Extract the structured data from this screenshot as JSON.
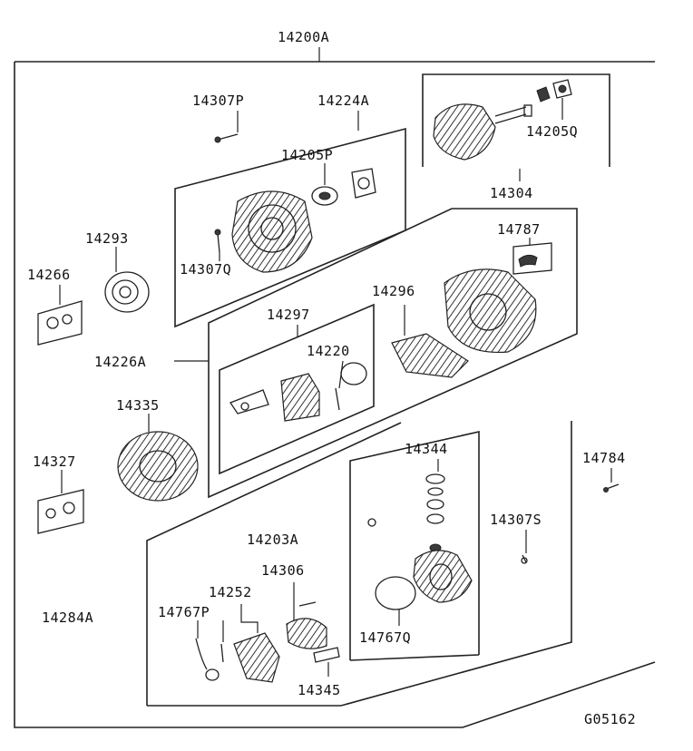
{
  "labels": {
    "l14200A": "14200A",
    "l14307P": "14307P",
    "l14224A": "14224A",
    "l14205P": "14205P",
    "l14307Q": "14307Q",
    "l14205Q": "14205Q",
    "l14304": "14304",
    "l14293": "14293",
    "l14266": "14266",
    "l14787": "14787",
    "l14296": "14296",
    "l14297": "14297",
    "l14220": "14220",
    "l14226A": "14226A",
    "l14335": "14335",
    "l14327": "14327",
    "l14344": "14344",
    "l14784": "14784",
    "l14307S": "14307S",
    "l14203A": "14203A",
    "l14306": "14306",
    "l14252": "14252",
    "l14767P": "14767P",
    "l14284A": "14284A",
    "l14767Q": "14767Q",
    "l14345": "14345",
    "code": "G05162"
  },
  "icons": {
    "rotor": "rotor-icon",
    "stator": "stator-icon",
    "housing": "housing-icon",
    "pulley": "pulley-icon",
    "regulator": "regulator-icon",
    "rectifier": "rectifier-icon",
    "brush": "brush-icon",
    "bearing": "bearing-icon",
    "seal_kit": "seal-kit-icon"
  }
}
